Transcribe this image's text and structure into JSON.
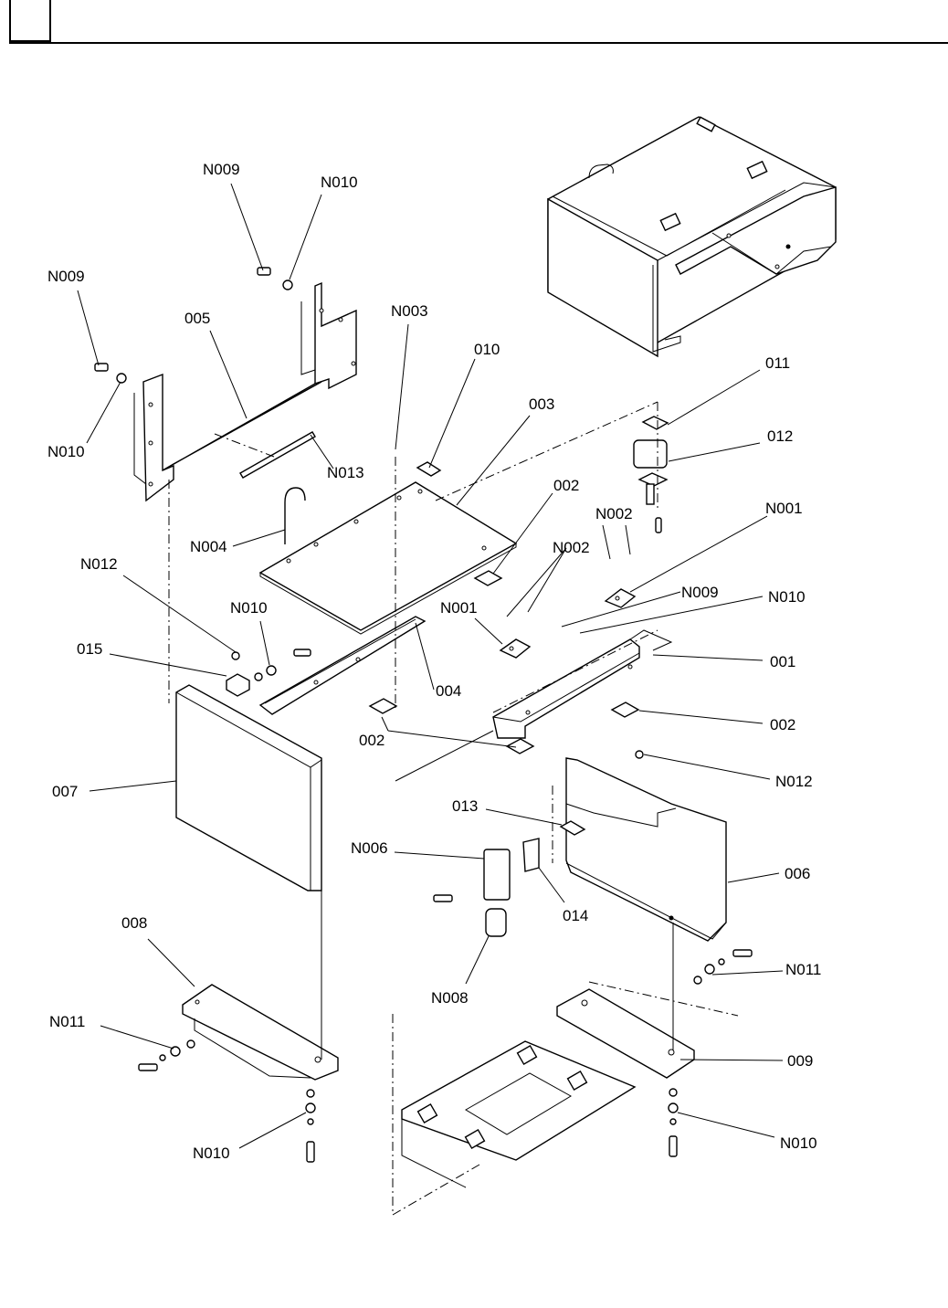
{
  "header": {
    "page_box_label": "",
    "title": ""
  },
  "diagram": {
    "type": "exploded-parts-view",
    "labels": {
      "n009_top": "N009",
      "n010_top": "N010",
      "n009_left": "N009",
      "n010_left": "N010",
      "p005": "005",
      "n013": "N013",
      "n003": "N003",
      "p010": "010",
      "p003": "003",
      "p011": "011",
      "p012": "012",
      "n004": "N004",
      "p002_a": "002",
      "n002_a": "N002",
      "n002_b": "N002",
      "n001_a": "N001",
      "n001_b": "N001",
      "n009_mid": "N009",
      "n010_mid": "N010",
      "n012_left": "N012",
      "n010_midleft": "N010",
      "p015": "015",
      "p001": "001",
      "p004": "004",
      "p002_b": "002",
      "p002_c": "002",
      "p007": "007",
      "n012_right": "N012",
      "p013": "013",
      "n006": "N006",
      "p006": "006",
      "p014": "014",
      "n008": "N008",
      "n011_right": "N011",
      "p008": "008",
      "n011_left": "N011",
      "p009": "009",
      "n010_botleft": "N010",
      "n010_botright": "N010"
    }
  }
}
